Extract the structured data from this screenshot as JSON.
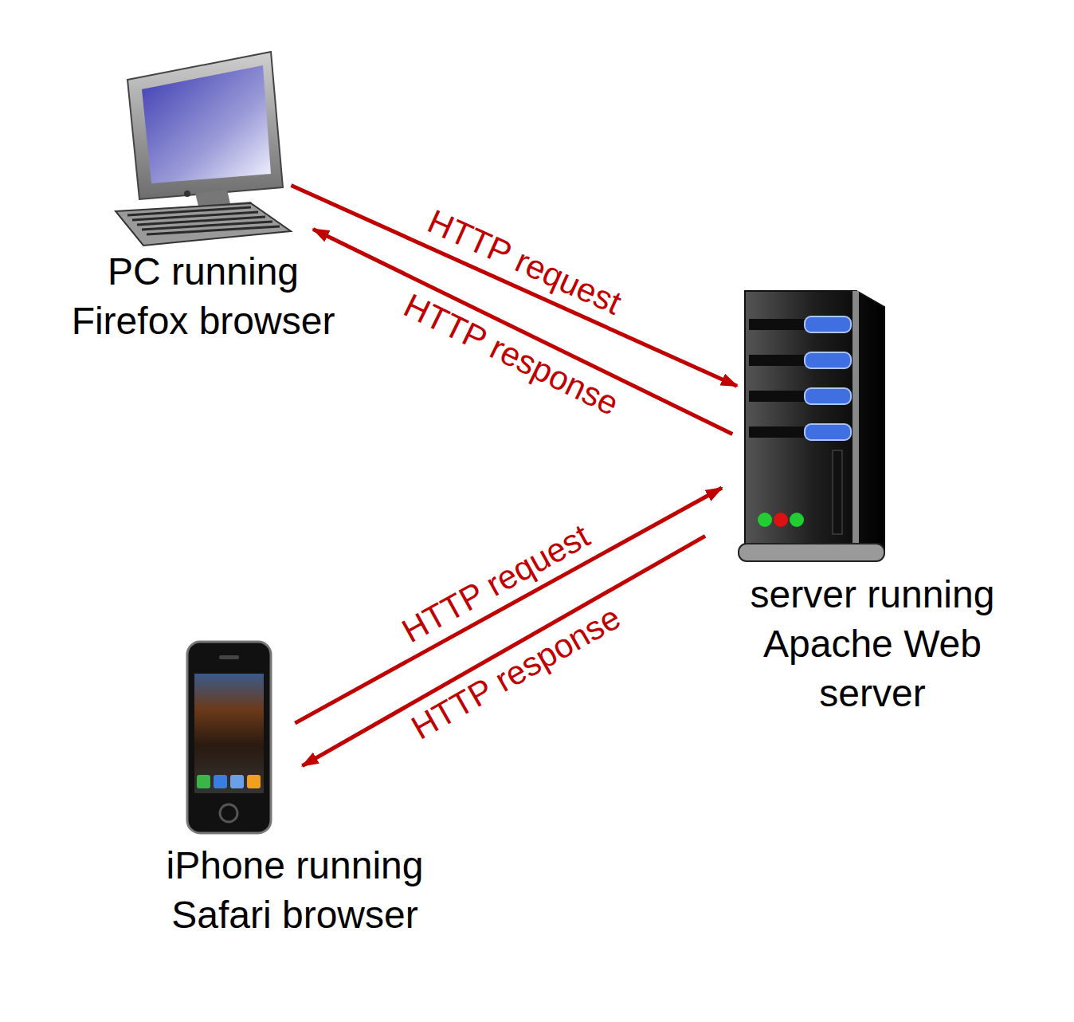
{
  "diagram": {
    "nodes": [
      {
        "text": [
          "PC running Firefox browser"
        ]
      },
      {
        "text": [
          "server running Apache Web server"
        ]
      },
      {
        "text": [
          "iPhone running Safari browser"
        ]
      }
    ],
    "edges": [
      {
        "from": 0,
        "to": 1,
        "label": "HTTP request",
        "arrow": "to"
      },
      {
        "from": 1,
        "to": 0,
        "label": "HTTP response",
        "arrow": "to"
      },
      {
        "from": 2,
        "to": 1,
        "label": "HTTP request",
        "arrow": "to"
      },
      {
        "from": 1,
        "to": 2,
        "label": "HTTP response",
        "arrow": "to"
      }
    ]
  }
}
